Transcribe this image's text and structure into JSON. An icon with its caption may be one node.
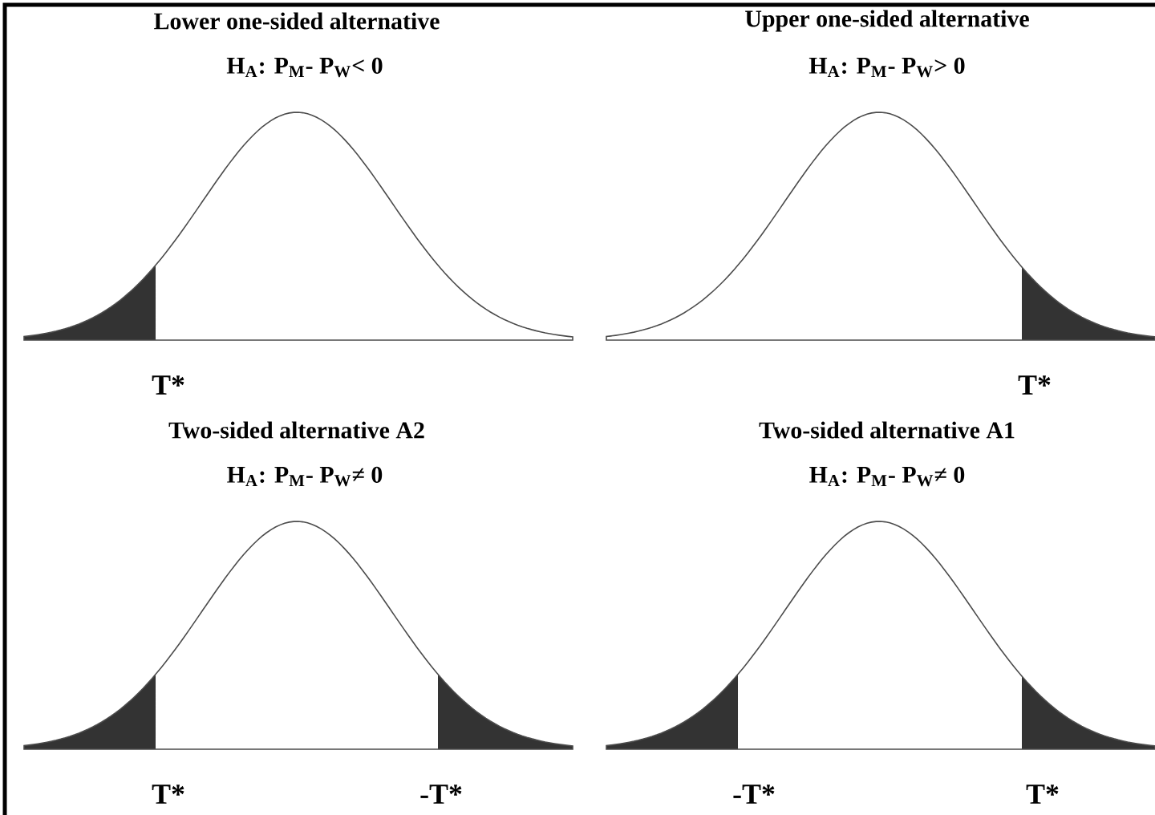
{
  "diagram": {
    "labels": [
      "Lower one-sided alternative",
      "H$_{A}$: P$_{M}$- P$_{W}$< 0",
      "T*",
      "Upper one-sided alternative",
      "H$_{A}$: P$_{M}$- P$_{W}$> 0",
      "T*",
      "Two-sided alternative A2",
      "H$_{A}$: P$_{M}$- P$_{W}$≠ 0",
      "T*",
      "-T*",
      "Two-sided alternative A1",
      "H$_{A}$: P$_{M}$- P$_{W}$≠ 0",
      "-T*",
      "T*"
    ]
  }
}
